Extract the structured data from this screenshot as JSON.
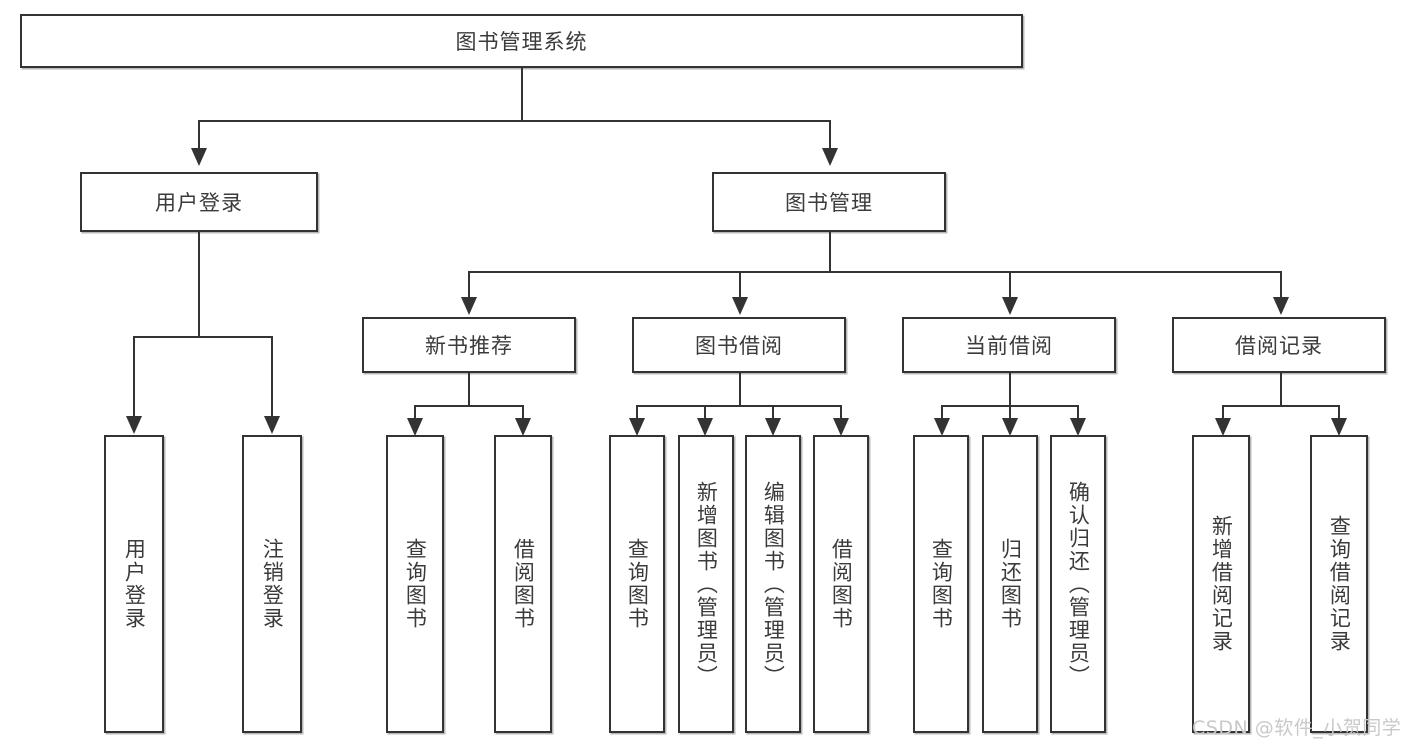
{
  "diagram": {
    "title": "图书管理系统",
    "type": "tree-hierarchy",
    "watermark": "CSDN @软件_小贺同学",
    "colors": {
      "box_border": "#333333",
      "box_fill": "#ffffff",
      "text": "#3b3b3b",
      "connector": "#333333",
      "watermark": "#c9c9c9",
      "background": "#ffffff"
    },
    "nodes": {
      "root": {
        "label": "图书管理系统"
      },
      "level2": [
        {
          "id": "user-login",
          "label": "用户登录"
        },
        {
          "id": "book-manage",
          "label": "图书管理"
        }
      ],
      "level3": [
        {
          "id": "new-book-rec",
          "label": "新书推荐"
        },
        {
          "id": "book-borrow",
          "label": "图书借阅"
        },
        {
          "id": "current-borrow",
          "label": "当前借阅"
        },
        {
          "id": "borrow-record",
          "label": "借阅记录"
        }
      ],
      "leaves": {
        "user-login": [
          {
            "id": "leaf-user-login",
            "label": "用户登录"
          },
          {
            "id": "leaf-user-logout",
            "label": "注销登录"
          }
        ],
        "new-book-rec": [
          {
            "id": "leaf-query-book-1",
            "label": "查询图书"
          },
          {
            "id": "leaf-borrow-book-1",
            "label": "借阅图书"
          }
        ],
        "book-borrow": [
          {
            "id": "leaf-query-book-2",
            "label": "查询图书"
          },
          {
            "id": "leaf-add-book",
            "label": "新增图书（管理员）"
          },
          {
            "id": "leaf-edit-book",
            "label": "编辑图书（管理员）"
          },
          {
            "id": "leaf-borrow-book-2",
            "label": "借阅图书"
          }
        ],
        "current-borrow": [
          {
            "id": "leaf-query-book-3",
            "label": "查询图书"
          },
          {
            "id": "leaf-return-book",
            "label": "归还图书"
          },
          {
            "id": "leaf-confirm-return",
            "label": "确认归还（管理员）"
          }
        ],
        "borrow-record": [
          {
            "id": "leaf-add-record",
            "label": "新增借阅记录"
          },
          {
            "id": "leaf-query-record",
            "label": "查询借阅记录"
          }
        ]
      }
    }
  }
}
